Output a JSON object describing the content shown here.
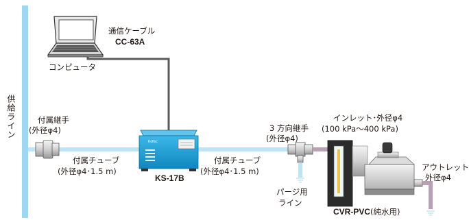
{
  "supply_line": {
    "label": "供給ライン",
    "color": "#9fd7f1"
  },
  "computer": {
    "label": "コンピュータ"
  },
  "cable": {
    "label": "通信ケーブル",
    "model": "CC-63A",
    "color": "#555555"
  },
  "fitting_left": {
    "label": "付属継手",
    "spec": "(外径φ4)"
  },
  "tube_left": {
    "label": "付属チューブ",
    "spec": "(外径φ4･1.5 m)"
  },
  "controller": {
    "model": "KS-17B",
    "brand": "Kofloc",
    "color": "#1aa3d8"
  },
  "tube_mid": {
    "label": "付属チューブ",
    "spec": "(外径φ4･1.5 m)"
  },
  "three_way": {
    "label": "3 方向継手",
    "spec": "(外径φ4)"
  },
  "purge": {
    "label": "パージ用",
    "label2": "ライン"
  },
  "inlet": {
    "label": "インレット･外径φ4",
    "spec": "(100 kPa～400 kPa)"
  },
  "outlet": {
    "label": "アウトレット",
    "spec": "外径φ4",
    "color": "#b9a0b4"
  },
  "device": {
    "model": "CVR-PVC",
    "spec": "(純水用)"
  }
}
